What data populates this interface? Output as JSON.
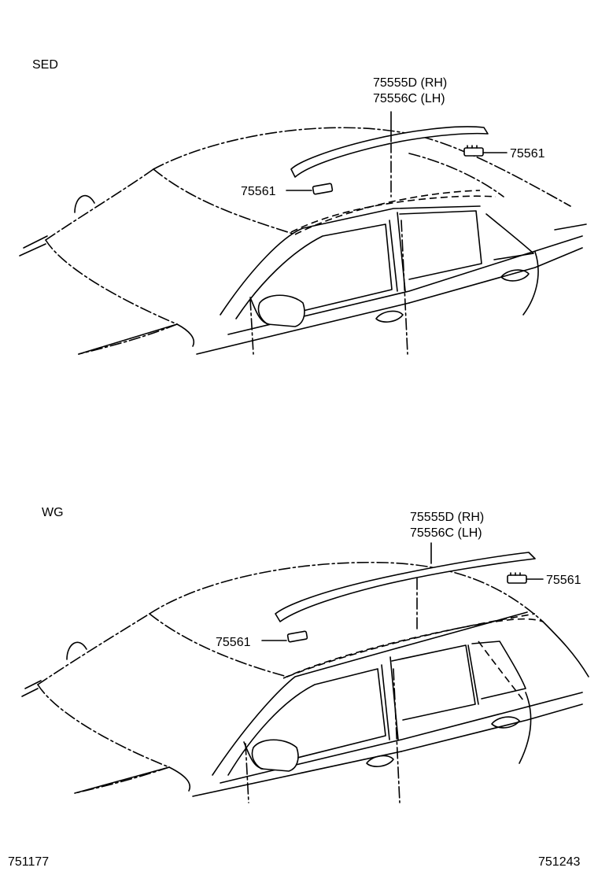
{
  "diagram": {
    "sed": {
      "variant_label": "SED",
      "molding_rh": "75555D (RH)",
      "molding_lh": "75556C (LH)",
      "clip_right": "75561",
      "clip_left": "75561"
    },
    "wg": {
      "variant_label": "WG",
      "molding_rh": "75555D (RH)",
      "molding_lh": "75556C (LH)",
      "clip_right": "75561",
      "clip_left": "75561"
    },
    "footer": {
      "left_code": "751177",
      "right_code": "751243"
    }
  }
}
